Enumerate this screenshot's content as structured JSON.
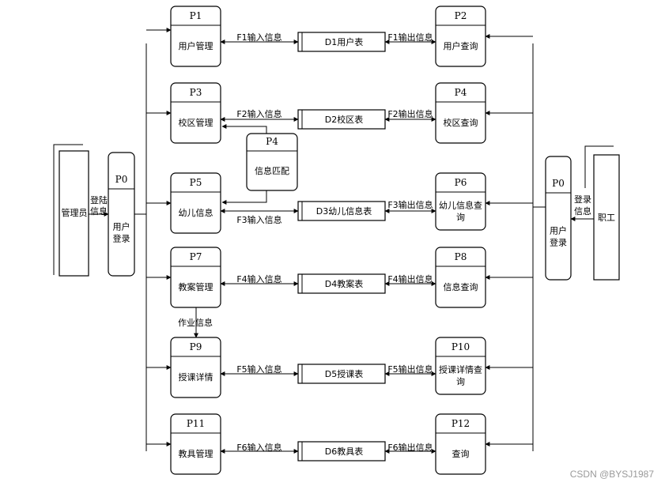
{
  "processes": {
    "P1": {
      "id": "P1",
      "name": [
        "用户管理"
      ]
    },
    "P2": {
      "id": "P2",
      "name": [
        "用户查询"
      ]
    },
    "P3": {
      "id": "P3",
      "name": [
        "校区管理"
      ]
    },
    "P4b": {
      "id": "P4",
      "name": [
        "校区查询"
      ]
    },
    "P4": {
      "id": "P4",
      "name": [
        "信息匹配"
      ]
    },
    "P5": {
      "id": "P5",
      "name": [
        "幼儿信息"
      ]
    },
    "P6": {
      "id": "P6",
      "name": [
        "幼儿信息查",
        "询"
      ]
    },
    "P7": {
      "id": "P7",
      "name": [
        "教案管理"
      ]
    },
    "P8": {
      "id": "P8",
      "name": [
        "信息查询"
      ]
    },
    "P9": {
      "id": "P9",
      "name": [
        "授课详情"
      ]
    },
    "P10": {
      "id": "P10",
      "name": [
        "授课详情查",
        "询"
      ]
    },
    "P11": {
      "id": "P11",
      "name": [
        "教具管理"
      ]
    },
    "P12": {
      "id": "P12",
      "name": [
        "查询"
      ]
    },
    "P0L": {
      "id": "P0",
      "name": [
        "用户",
        "登录"
      ]
    },
    "P0R": {
      "id": "P0",
      "name": [
        "用户",
        "登录"
      ]
    }
  },
  "stores": {
    "D1": "D1用户表",
    "D2": "D2校区表",
    "D3": "D3幼儿信息表",
    "D4": "D4教案表",
    "D5": "D5授课表",
    "D6": "D6教具表"
  },
  "entities": {
    "admin": "管理员",
    "staff": "职工"
  },
  "flows": {
    "F1in": "F1输入信息",
    "F1out": "F1输出信息",
    "F2in": "F2输入信息",
    "F2out": "F2输出信息",
    "F3in": "F3输入信息",
    "F3out": "F3输出信息",
    "F4in": "F4输入信息",
    "F4out": "F4输出信息",
    "F5in": "F5输入信息",
    "F5out": "F5输出信息",
    "F6in": "F6输入信息",
    "F6out": "F6输出信息",
    "loginL": [
      "登陆",
      "信息"
    ],
    "loginR": [
      "登录",
      "信息"
    ],
    "homework": "作业信息"
  },
  "watermark": "CSDN @BYSJ1987"
}
